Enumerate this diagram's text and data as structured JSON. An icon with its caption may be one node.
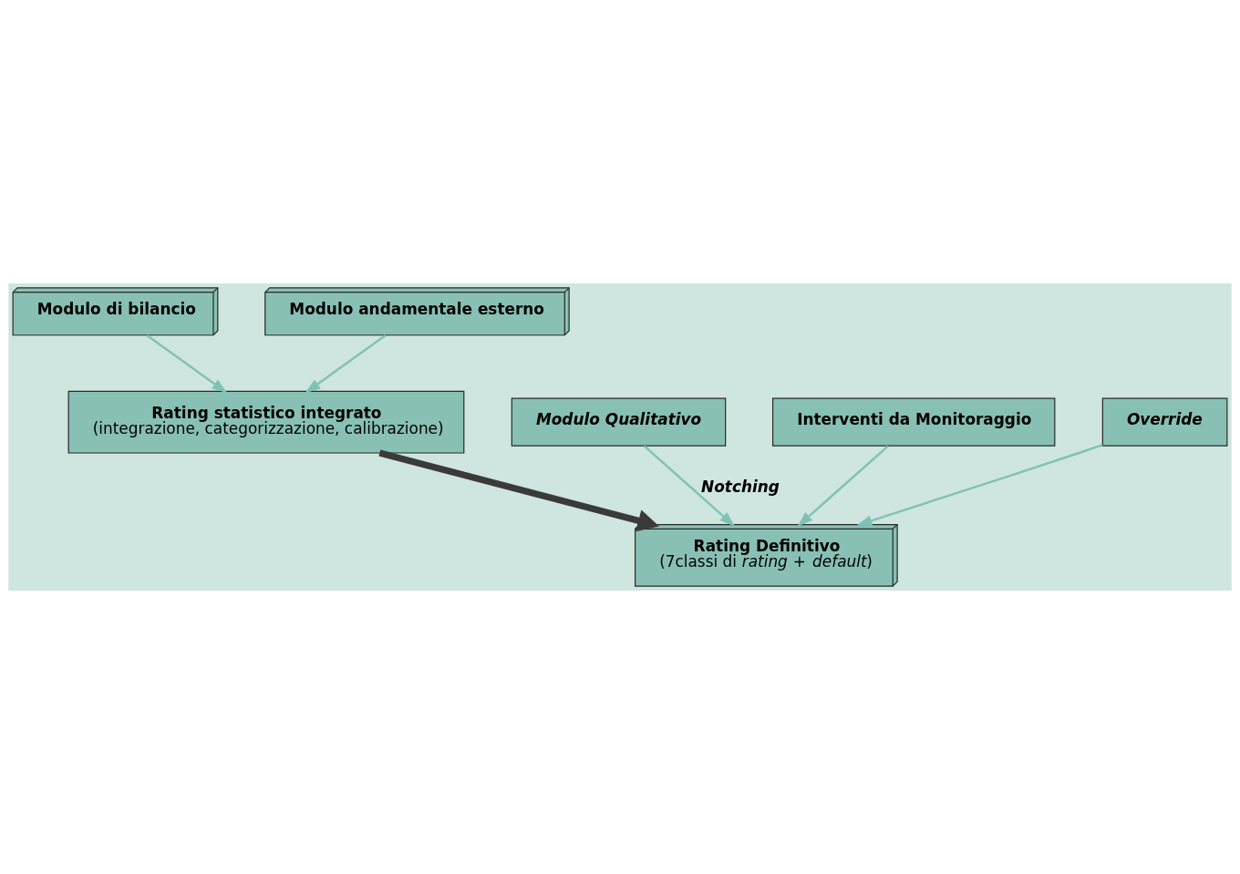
{
  "diagram": {
    "nodes": [
      {
        "text": [
          "Modulo di bilancio"
        ]
      },
      {
        "text": [
          "Modulo andamentale esterno"
        ]
      },
      {
        "text": [
          "Rating statistico integrato",
          "(integrazione, categorizzazione, calibrazione)"
        ]
      },
      {
        "text": [
          "Modulo Qualitativo"
        ]
      },
      {
        "text": [
          "Interventi da Monitoraggio"
        ]
      },
      {
        "text": [
          "Override"
        ]
      },
      {
        "text": [
          "Rating Definitivo",
          "(7classi di *rating* + *default*)"
        ]
      }
    ],
    "edges": [
      {
        "from": 0,
        "to": 2,
        "arrow": "to"
      },
      {
        "from": 1,
        "to": 2,
        "arrow": "to"
      },
      {
        "from": 2,
        "to": 6,
        "arrow": "to",
        "style": "thick",
        "color": "#3a3a3a"
      },
      {
        "from": 3,
        "to": 6,
        "arrow": "to",
        "label": "Notching"
      },
      {
        "from": 4,
        "to": 6,
        "arrow": "to"
      },
      {
        "from": 5,
        "to": 6,
        "arrow": "to"
      }
    ]
  }
}
